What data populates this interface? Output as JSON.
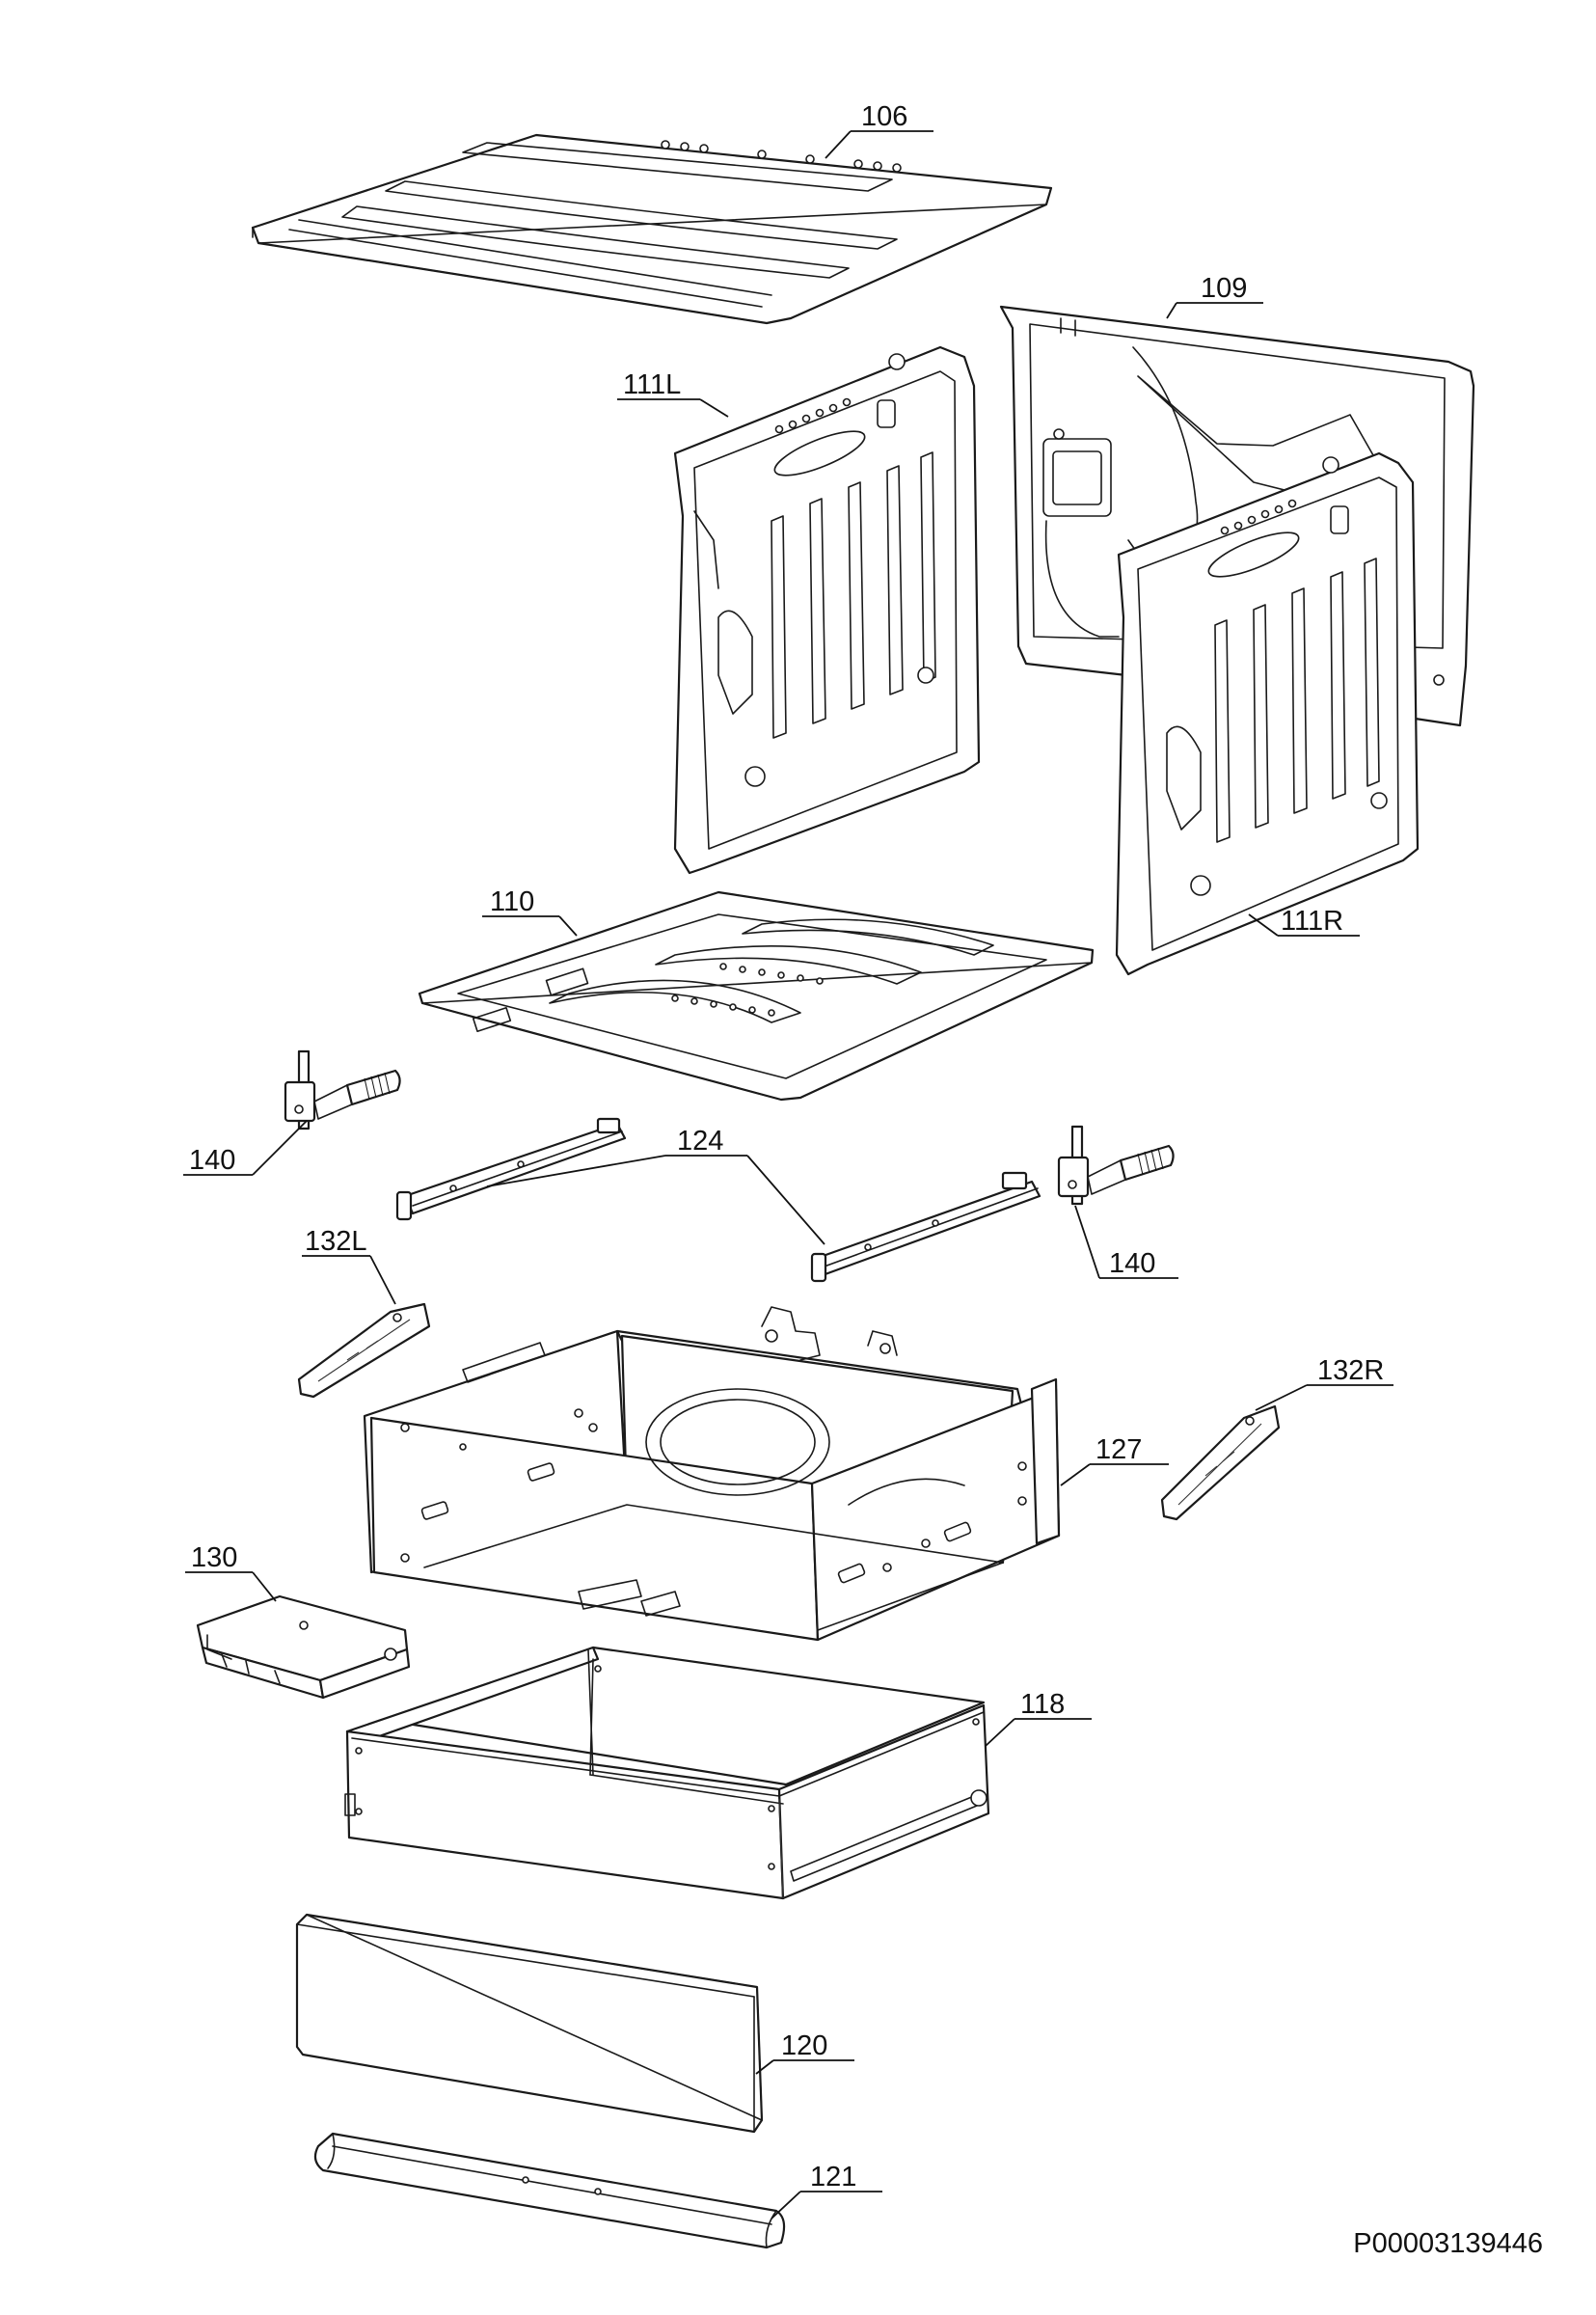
{
  "labels": {
    "p106": "106",
    "p109": "109",
    "p111L": "111L",
    "p111R": "111R",
    "p110": "110",
    "p124": "124",
    "p140_left": "140",
    "p140_right": "140",
    "p132L": "132L",
    "p132R": "132R",
    "p127": "127",
    "p130": "130",
    "p118": "118",
    "p120": "120",
    "p121": "121"
  },
  "document_code": "P00003139446"
}
